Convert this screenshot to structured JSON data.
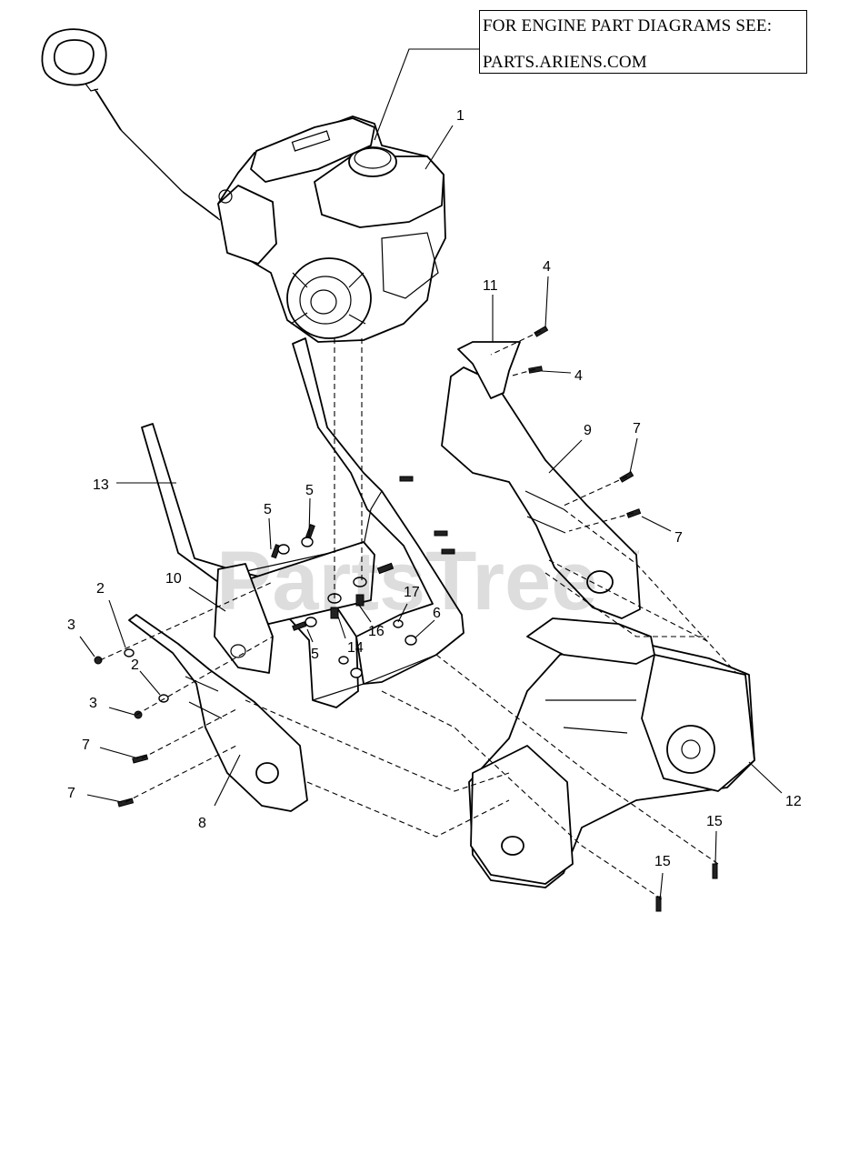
{
  "note": {
    "line1": "FOR ENGINE PART DIAGRAMS SEE:",
    "line2": "PARTS.ARIENS.COM"
  },
  "watermark": {
    "text": "PartsTree",
    "mark": "™"
  },
  "callouts": {
    "c1": "1",
    "c2a": "2",
    "c2b": "2",
    "c3a": "3",
    "c3b": "3",
    "c4a": "4",
    "c4b": "4",
    "c5a": "5",
    "c5b": "5",
    "c5c": "5",
    "c6": "6",
    "c7a": "7",
    "c7b": "7",
    "c7c": "7",
    "c7d": "7",
    "c8": "8",
    "c9": "9",
    "c10": "10",
    "c11": "11",
    "c12": "12",
    "c13": "13",
    "c14": "14",
    "c15a": "15",
    "c15b": "15",
    "c16": "16",
    "c17": "17"
  }
}
